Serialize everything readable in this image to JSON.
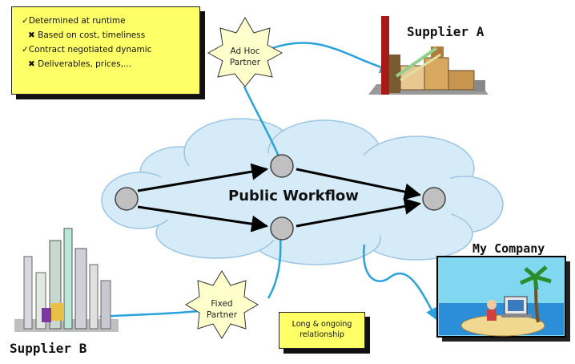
{
  "note_runtime": {
    "line1": "Determined at runtime",
    "line2": "Based on cost, timeliness",
    "line3": "Contract negotiated dynamic",
    "line4": "Deliverables, prices,..."
  },
  "adhoc_burst": {
    "line1": "Ad Hoc",
    "line2": "Partner"
  },
  "fixed_burst": {
    "line1": "Fixed",
    "line2": "Partner"
  },
  "note_long": {
    "line1": "Long & ongoing",
    "line2": "relationship"
  },
  "workflow_label": "Public Workflow",
  "supplier_a_label": "Supplier A",
  "supplier_b_label": "Supplier B",
  "my_company_label": "My Company",
  "icons": {
    "check": "check-icon",
    "cross": "cross-icon"
  },
  "colors": {
    "note": "#ffff66",
    "burst": "#ffffcc",
    "cloud": "#d6ebf8",
    "connector": "#33aadd",
    "node": "#c0c0c0"
  }
}
